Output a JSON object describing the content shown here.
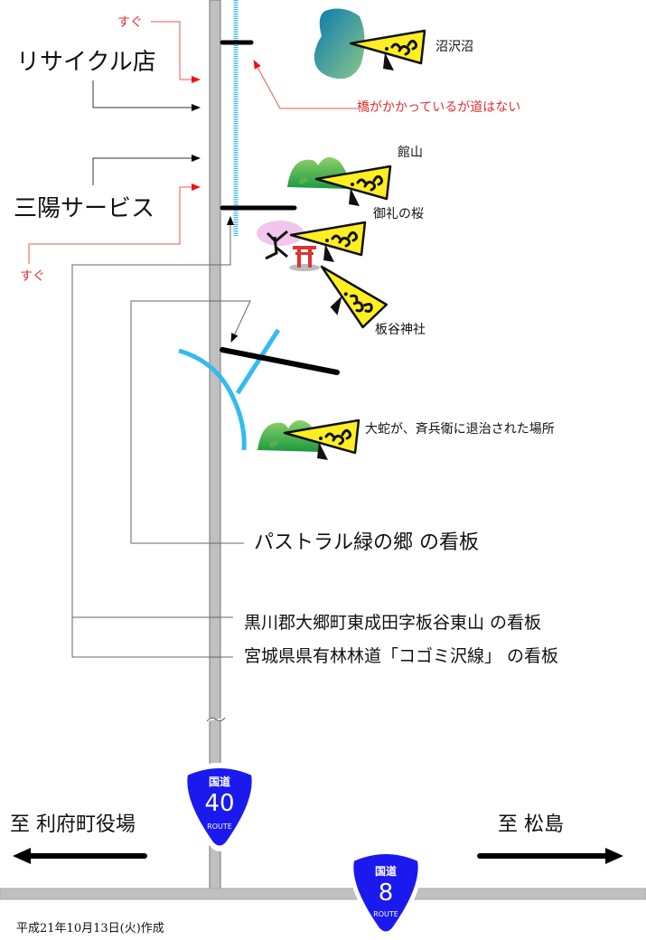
{
  "labels": {
    "recycle_shop": "リサイクル店",
    "sanyo_service": "三陽サービス",
    "soon_top": "すぐ",
    "soon_bottom": "すぐ",
    "bridge_note": "橋がかかっているが道はない",
    "numazawa_pond": "沼沢沼",
    "tateyama": "館山",
    "orei_cherry": "御礼の桜",
    "itaya_shrine": "板谷神社",
    "serpent_site": "大蛇が、斉兵衛に退治された場所",
    "pastoral_sign": "パストラル緑の郷 の看板",
    "kurokawa_sign": "黒川郡大郷町東成田字板谷東山 の看板",
    "miyagi_sign": "宮城県県有林林道「コゴミ沢線」 の看板",
    "to_rifu": "至 利府町役場",
    "to_matsushima": "至 松島",
    "created_date": "平成21年10月13日(火)作成"
  },
  "routes": [
    {
      "kanji": "国道",
      "number": "40",
      "route": "ROUTE"
    },
    {
      "kanji": "国道",
      "number": "8",
      "route": "ROUTE"
    }
  ],
  "colors": {
    "road": "#c0c0c0",
    "river": "#33bbee",
    "note_red": "#e03030",
    "shield_blue": "#1a1aee",
    "pennant": "#ffee22"
  }
}
